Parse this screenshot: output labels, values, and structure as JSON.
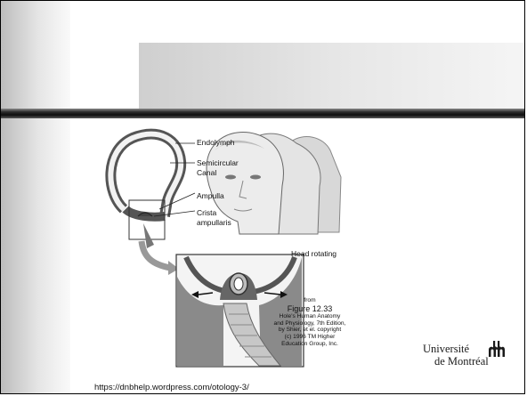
{
  "figure": {
    "labels": {
      "endolymph": "Endolymph",
      "semicircular": "Semicircular",
      "canal": "Canal",
      "ampulla": "Ampulla",
      "crista": "Crista",
      "ampullaris": "ampullaris",
      "head_rotating": "Head rotating"
    },
    "caption": {
      "from": "from",
      "figure_number": "Figure 12.33",
      "line1": "Hole's Human Anatomy",
      "line2": "and Physiology, 7th Edition,",
      "line3": "by Shier, et el. copyright",
      "line4": "(c) 1996 TM Higher",
      "line5": "Education Group, Inc."
    }
  },
  "logo": {
    "line1": "Université",
    "line2": "de Montréal"
  },
  "source_url": "https://dnbhelp.wordpress.com/otology-3/"
}
